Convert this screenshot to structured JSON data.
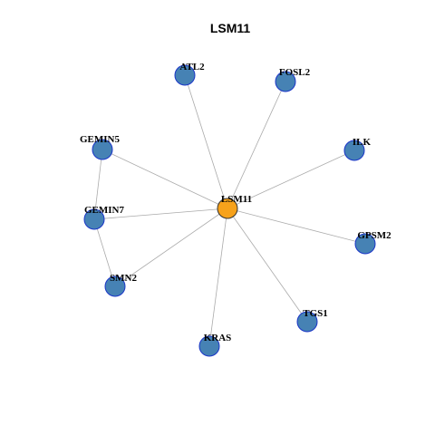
{
  "title": "LSM11",
  "colors": {
    "center_fill": "#F7A21B",
    "center_stroke": "#333333",
    "node_fill": "#4682B4",
    "node_stroke": "#1a35c8",
    "edge": "#aaaaaa"
  },
  "nodes": [
    {
      "id": "LSM11",
      "label": "LSM11",
      "center": true
    },
    {
      "id": "ATL2",
      "label": "ATL2"
    },
    {
      "id": "FOSL2",
      "label": "FOSL2"
    },
    {
      "id": "GEMIN5",
      "label": "GEMIN5"
    },
    {
      "id": "ILK",
      "label": "ILK"
    },
    {
      "id": "GEMIN7",
      "label": "GEMIN7"
    },
    {
      "id": "GPSM2",
      "label": "GPSM2"
    },
    {
      "id": "SMN2",
      "label": "SMN2"
    },
    {
      "id": "TGS1",
      "label": "TGS1"
    },
    {
      "id": "KRAS",
      "label": "KRAS"
    }
  ],
  "edges": [
    [
      "LSM11",
      "ATL2"
    ],
    [
      "LSM11",
      "FOSL2"
    ],
    [
      "LSM11",
      "GEMIN5"
    ],
    [
      "LSM11",
      "ILK"
    ],
    [
      "LSM11",
      "GEMIN7"
    ],
    [
      "LSM11",
      "GPSM2"
    ],
    [
      "LSM11",
      "SMN2"
    ],
    [
      "LSM11",
      "TGS1"
    ],
    [
      "LSM11",
      "KRAS"
    ],
    [
      "GEMIN5",
      "GEMIN7"
    ],
    [
      "GEMIN7",
      "SMN2"
    ]
  ]
}
